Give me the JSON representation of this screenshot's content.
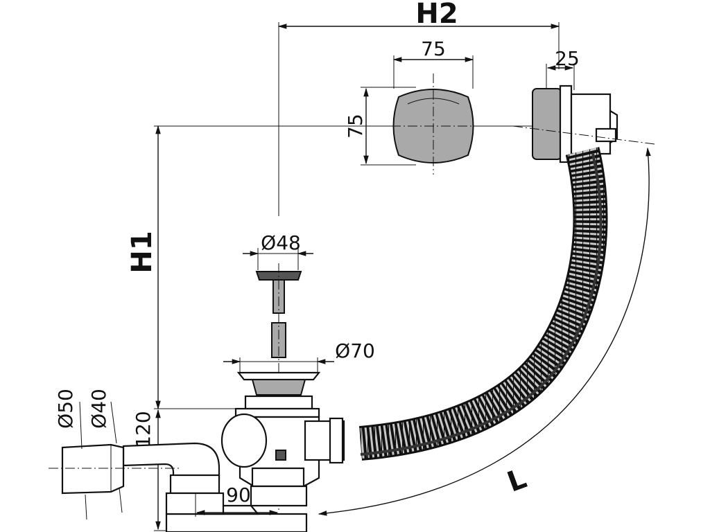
{
  "labels": {
    "h2": "H2",
    "h1": "H1",
    "l": "L",
    "cover_width": "75",
    "cover_height": "75",
    "overflow_depth": "25",
    "plug_diameter": "Ø48",
    "waste_diameter": "Ø70",
    "outlet_diameter_outer": "Ø50",
    "outlet_diameter_inner": "Ø40",
    "trap_height": "120",
    "trap_offset": "90"
  }
}
